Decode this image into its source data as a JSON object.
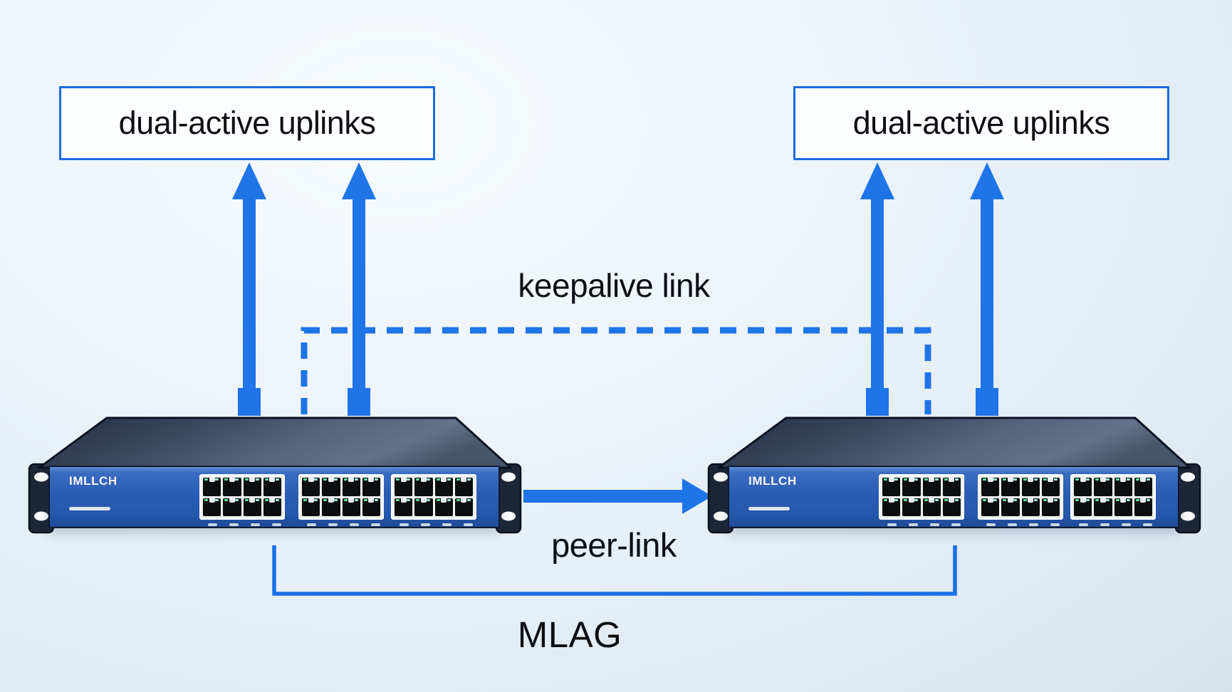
{
  "labels": {
    "left_uplinks_box": "dual-active uplinks",
    "right_uplinks_box": "dual-active uplinks",
    "keepalive_link": "keepalive link",
    "peer_link": "peer-link",
    "mlag": "MLAG"
  },
  "switches": [
    {
      "brand": "IMLLCH",
      "port_groups": 3,
      "ports_per_group": 8
    },
    {
      "brand": "IMLLCH",
      "port_groups": 3,
      "ports_per_group": 8
    }
  ],
  "colors": {
    "arrow_blue": "#1f74e8",
    "box_border_blue": "#1a6be0",
    "bracket_blue": "#1a6fe8",
    "switch_face_blue": "#2b5cb4",
    "switch_top_slate": "#46566c",
    "led_green": "#59e6a0",
    "led_teal": "#9fe9df",
    "text": "#0d0f12"
  }
}
